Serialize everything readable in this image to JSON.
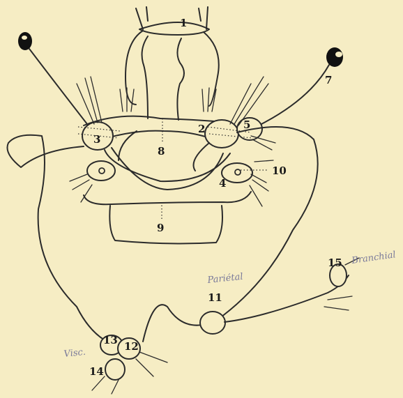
{
  "labels": {
    "n1": "1",
    "n2": "2",
    "n3": "3",
    "n4": "4",
    "n5": "5",
    "n7": "7",
    "n8": "8",
    "n9": "9",
    "n10": "10",
    "n11": "11",
    "n12": "12",
    "n13": "13",
    "n14": "14",
    "n15": "15"
  },
  "handwritten": {
    "parietal": "Pariétal",
    "branchial": "Branchial",
    "visceral": "Visc."
  },
  "colors": {
    "paper": "#f6edc4",
    "ink": "#2b2b2b",
    "pencil": "#7a7a9a"
  }
}
